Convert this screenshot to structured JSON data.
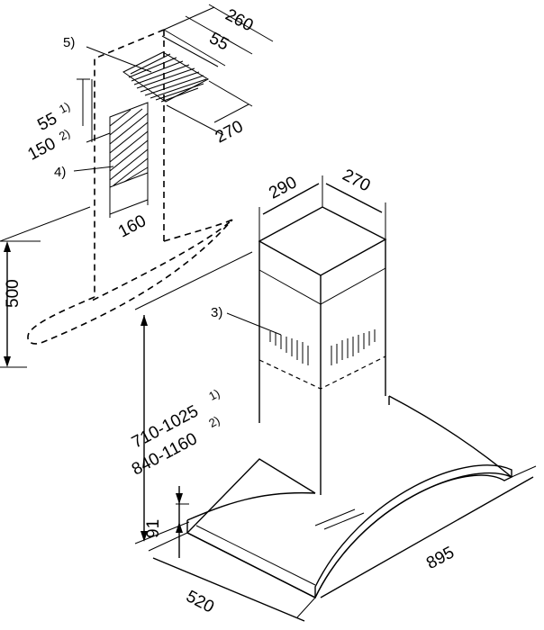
{
  "dimensions": {
    "top_260": "260",
    "top_55": "55",
    "top_270": "270",
    "side_55": "55",
    "side_150": "150",
    "side_160": "160",
    "chimney_290": "290",
    "chimney_270": "270",
    "clear_500": "500",
    "height_range_1": "710-1025",
    "height_range_2": "840-1160",
    "canopy_91": "91",
    "depth_520": "520",
    "width_895": "895"
  },
  "footnotes": {
    "mark_1": "1)",
    "mark_2": "2)"
  },
  "callouts": {
    "label_3": "3)",
    "label_4": "4)",
    "label_5": "5)"
  }
}
